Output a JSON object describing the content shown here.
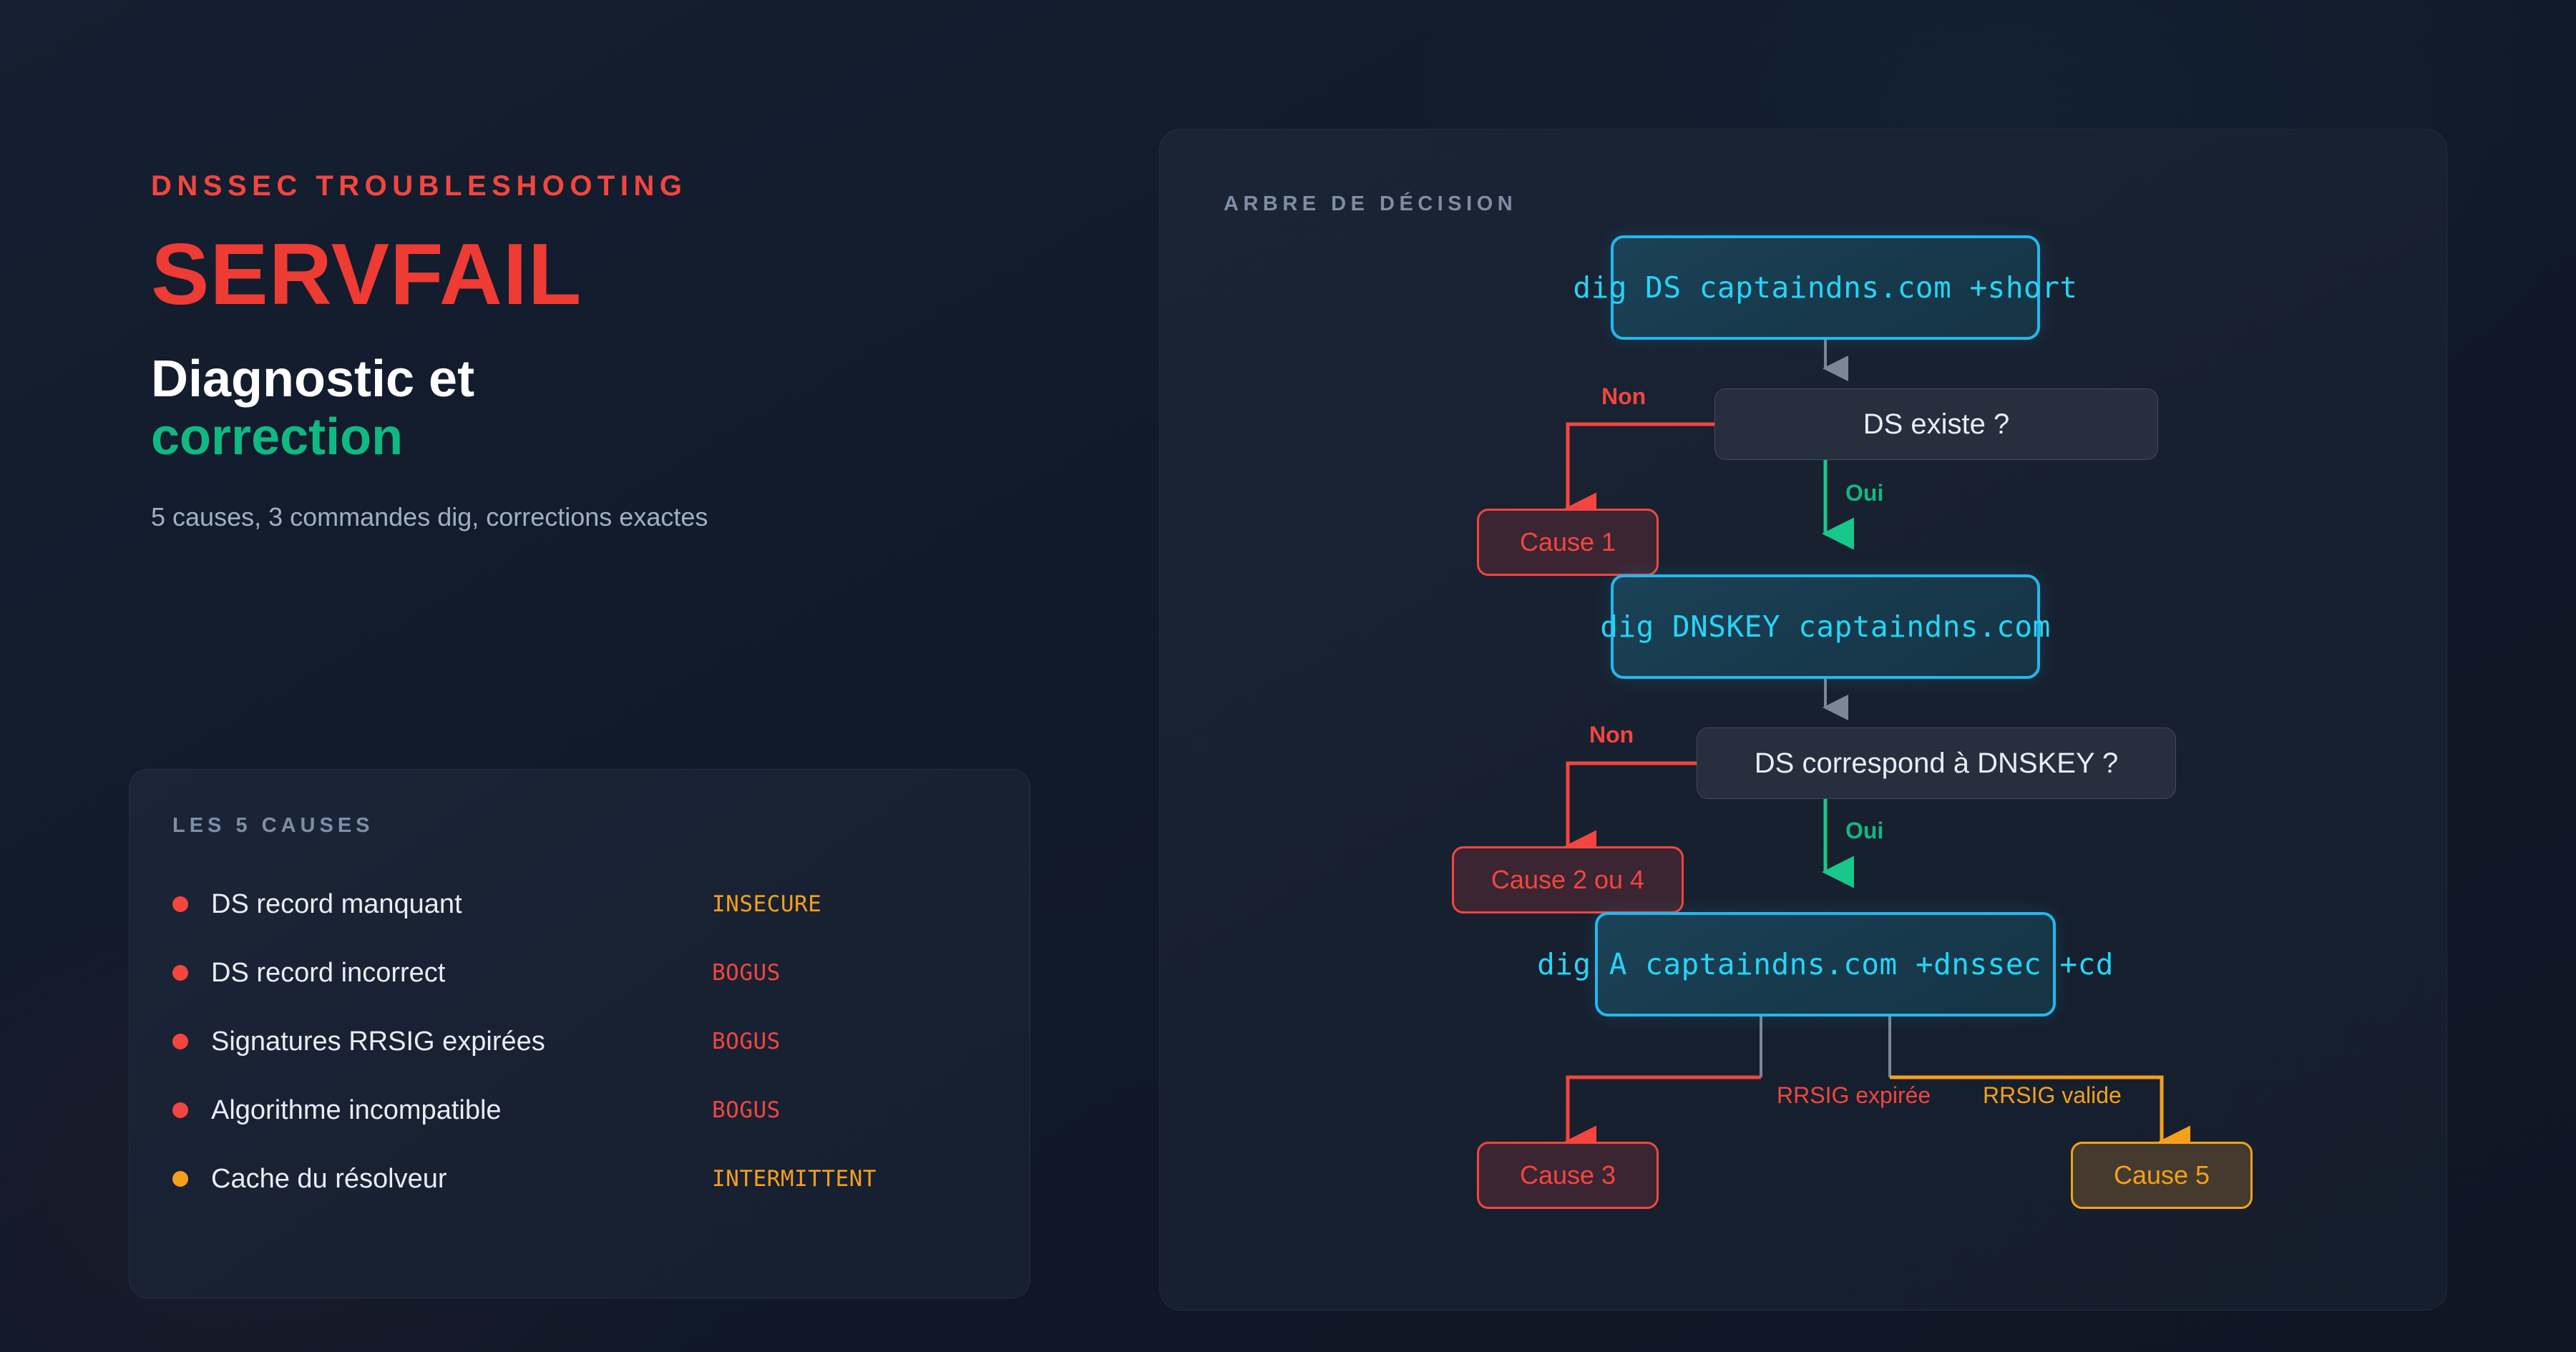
{
  "hero": {
    "eyebrow": "DNSSEC TROUBLESHOOTING",
    "title": "SERVFAIL",
    "subtitle_line1": "Diagnostic et",
    "subtitle_line2": "correction",
    "tagline": "5 causes, 3 commandes dig, corrections exactes"
  },
  "causes_card": {
    "heading": "LES 5 CAUSES",
    "items": [
      {
        "label": "DS record manquant",
        "badge": "INSECURE",
        "badge_kind": "insecure",
        "dot": "red"
      },
      {
        "label": "DS record incorrect",
        "badge": "BOGUS",
        "badge_kind": "bogus",
        "dot": "red"
      },
      {
        "label": "Signatures RRSIG expirées",
        "badge": "BOGUS",
        "badge_kind": "bogus",
        "dot": "red"
      },
      {
        "label": "Algorithme incompatible",
        "badge": "BOGUS",
        "badge_kind": "bogus",
        "dot": "red"
      },
      {
        "label": "Cache du résolveur",
        "badge": "INTERMITTENT",
        "badge_kind": "intermittent",
        "dot": "amber"
      }
    ]
  },
  "tree": {
    "heading": "ARBRE DE DÉCISION",
    "nodes": {
      "cmd1": "dig DS captaindns.com +short",
      "dec1": "DS existe ?",
      "cause1": "Cause 1",
      "cmd2": "dig DNSKEY captaindns.com",
      "dec2": "DS correspond à DNSKEY ?",
      "cause24": "Cause 2 ou 4",
      "cmd3": "dig A captaindns.com +dnssec +cd",
      "cause3": "Cause 3",
      "cause5": "Cause 5"
    },
    "edges": {
      "no1": "Non",
      "yes1": "Oui",
      "no2": "Non",
      "yes2": "Oui",
      "rrsig_expired": "RRSIG expirée",
      "rrsig_valid": "RRSIG valide"
    }
  },
  "colors": {
    "background": "#111a2a",
    "accent_red": "#f4453e",
    "accent_green": "#10b981",
    "accent_cyan": "#22b8ee",
    "accent_amber": "#f5a01a",
    "panel": "#18212f",
    "decision_node": "#272e3d",
    "muted_text": "#7d8ea6"
  }
}
